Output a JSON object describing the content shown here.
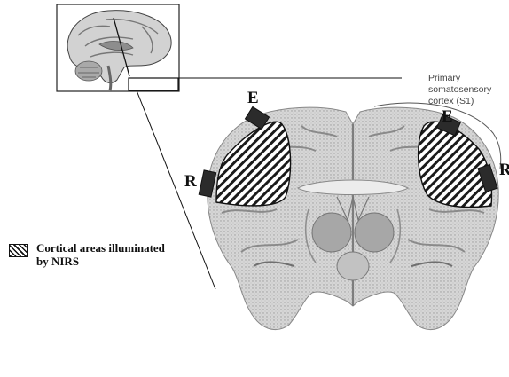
{
  "probes": {
    "left_emitter": "E",
    "left_receiver": "R",
    "right_emitter": "E",
    "right_receiver": "R"
  },
  "s1_label": [
    "Primary",
    "somatosensory",
    "cortex (S1)"
  ],
  "legend": {
    "line1": "Cortical areas illuminated",
    "line2": "by NIRS"
  }
}
